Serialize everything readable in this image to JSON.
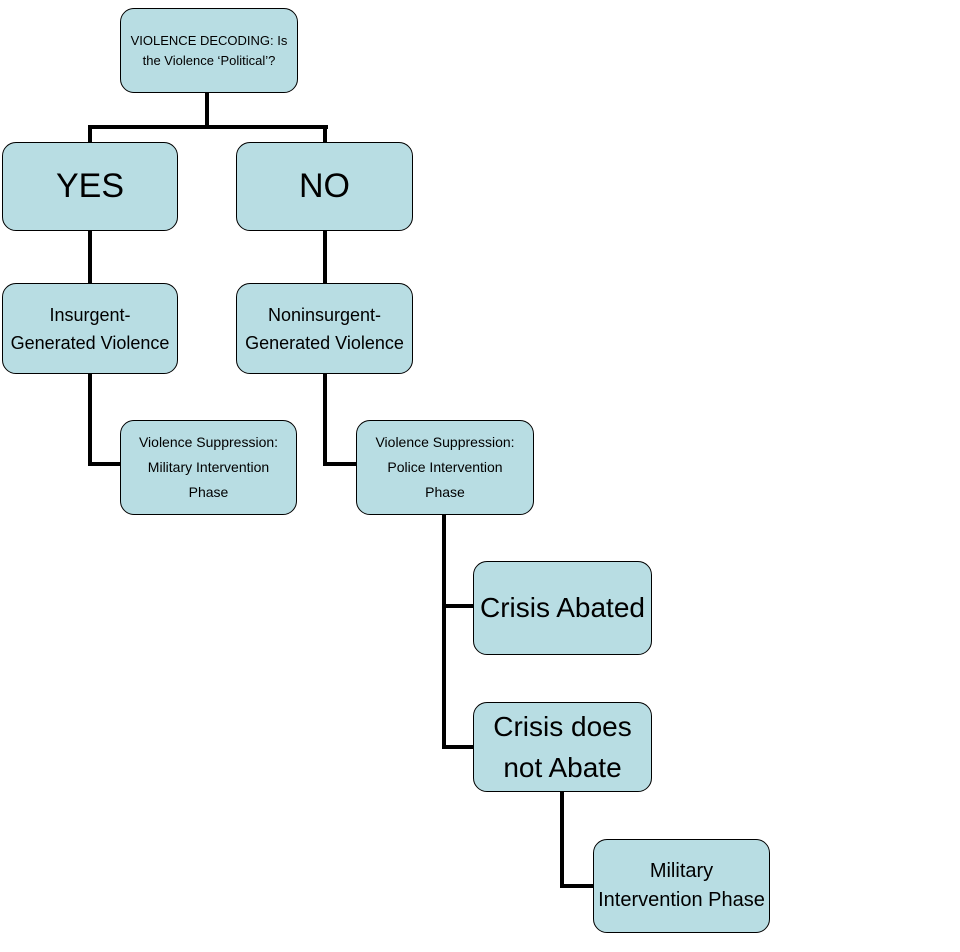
{
  "diagram": {
    "title": "Violence decoding decision flowchart",
    "colors": {
      "background": "#ffffff",
      "box_fill": "#b8dde3",
      "box_border": "#000000",
      "connector": "#000000",
      "text": "#000000"
    },
    "nodes": {
      "root": {
        "label": "VIOLENCE DECODING: Is\nthe Violence ‘Political’?"
      },
      "yes": {
        "label": "YES"
      },
      "no": {
        "label": "NO"
      },
      "insurgent": {
        "label": "Insurgent-\nGenerated Violence"
      },
      "noninsurgent": {
        "label": "Noninsurgent-\nGenerated Violence"
      },
      "vs_military": {
        "label": "Violence Suppression:\nMilitary Intervention\nPhase"
      },
      "vs_police": {
        "label": "Violence Suppression:\nPolice Intervention\nPhase"
      },
      "crisis_abated": {
        "label": "Crisis Abated"
      },
      "crisis_not_abate": {
        "label": "Crisis does\nnot Abate"
      },
      "military_intervention": {
        "label": "Military\nIntervention Phase"
      }
    },
    "edges": [
      {
        "from": "root",
        "to": "yes"
      },
      {
        "from": "root",
        "to": "no"
      },
      {
        "from": "yes",
        "to": "insurgent"
      },
      {
        "from": "no",
        "to": "noninsurgent"
      },
      {
        "from": "insurgent",
        "to": "vs_military"
      },
      {
        "from": "noninsurgent",
        "to": "vs_police"
      },
      {
        "from": "vs_police",
        "to": "crisis_abated"
      },
      {
        "from": "vs_police",
        "to": "crisis_not_abate"
      },
      {
        "from": "crisis_not_abate",
        "to": "military_intervention"
      }
    ]
  }
}
